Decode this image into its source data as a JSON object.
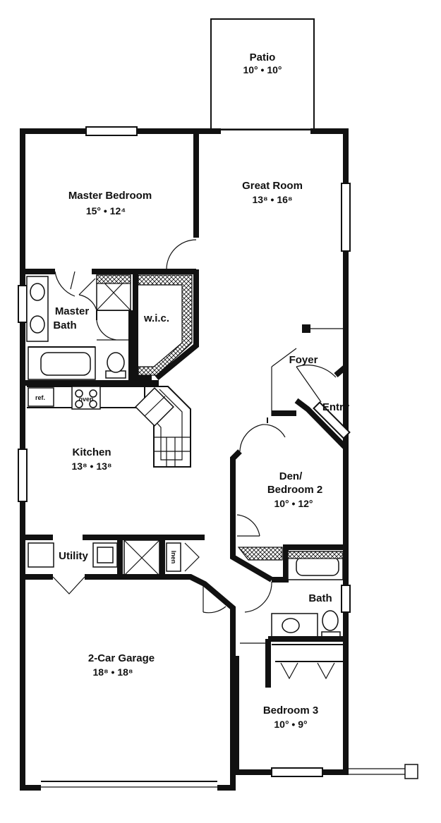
{
  "plan": {
    "rooms": {
      "patio": {
        "name": "Patio",
        "dims": "10° • 10°"
      },
      "great_room": {
        "name": "Great Room",
        "dims": "13⁸ • 16⁸"
      },
      "master_bedroom": {
        "name": "Master Bedroom",
        "dims": "15° • 12⁴"
      },
      "master_bath": {
        "name_line1": "Master",
        "name_line2": "Bath"
      },
      "wic": {
        "name": "w.i.c."
      },
      "foyer": {
        "name": "Foyer"
      },
      "entry": {
        "name": "Entry"
      },
      "kitchen": {
        "name": "Kitchen",
        "dims": "13⁸ • 13⁸"
      },
      "den": {
        "name_line1": "Den/",
        "name_line2": "Bedroom 2",
        "dims": "10° • 12°"
      },
      "utility": {
        "name": "Utility"
      },
      "bath": {
        "name": "Bath"
      },
      "garage": {
        "name": "2-Car Garage",
        "dims": "18⁸ • 18⁸"
      },
      "bedroom3": {
        "name": "Bedroom 3",
        "dims": "10° • 9°"
      }
    },
    "fixtures": {
      "refrigerator": "ref.",
      "oven": "oven",
      "linen": "lnen"
    }
  }
}
